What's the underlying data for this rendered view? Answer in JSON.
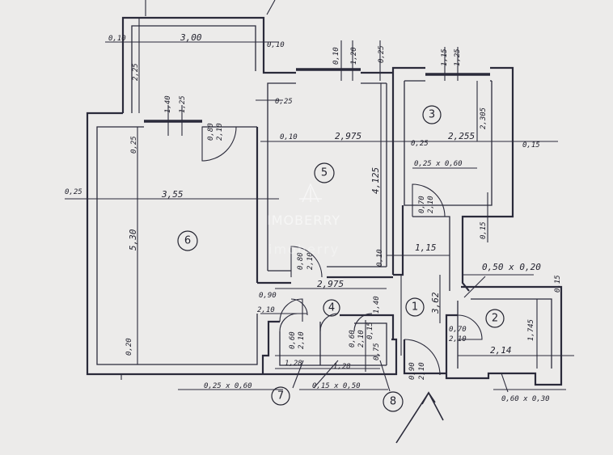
{
  "rooms": [
    {
      "number": "1"
    },
    {
      "number": "2"
    },
    {
      "number": "3"
    },
    {
      "number": "4"
    },
    {
      "number": "5"
    },
    {
      "number": "6"
    },
    {
      "number": "7"
    },
    {
      "number": "8"
    }
  ],
  "dimensions": {
    "d_top_0_10": "0,10",
    "d_top_3_00": "3,00",
    "d_top_0_10b": "0,10",
    "d_top_2_25": "2,25",
    "d_win6_1_40": "1,40",
    "d_win6_1_25": "1,25",
    "d_0_25_left": "0,25",
    "d_door_0_80": "0,80",
    "d_door_2_10": "2,10",
    "d_3_55": "3,55",
    "d_0_25_far": "0,25",
    "d_5_30": "5,30",
    "d_0_20": "0,20",
    "d_win5_0_10": "0,10",
    "d_win5_1_20": "1,20",
    "d_0_25_top5": "0,25",
    "d_0_25_mid": "0,25",
    "d_0_10_5": "0,10",
    "d_2_975_top": "2,975",
    "d_4_125": "4,125",
    "d_win3_1_15": "1,15",
    "d_win3_1_25": "1,25",
    "d_2_305": "2,305",
    "d_0_25_r3": "0,25",
    "d_2_255": "2,255",
    "d_0_15_r": "0,15",
    "d_0_25x0_60": "0,25 x 0,60",
    "d_door3_0_70": "0,70",
    "d_door3_2_10": "2,10",
    "d_0_15_side": "0,15",
    "d_door5_0_80": "0,80",
    "d_door5_2_10": "2,10",
    "d_0_10_b5": "0,10",
    "d_1_15": "1,15",
    "d_0_50x0_20": "0,50 x 0,20",
    "d_0_15_b": "0,15",
    "d_0_90": "0,90",
    "d_2_10_left": "2,10",
    "d_2_975_mid": "2,975",
    "d_1_40": "1,40",
    "d_3_62": "3,62",
    "d_1_745": "1,745",
    "d_door2_0_70": "0,70",
    "d_door2_2_10": "2,10",
    "d_2_14": "2,14",
    "d_door7_0_60": "0,60",
    "d_door7_2_10": "2,10",
    "d_door8_0_60": "0,60",
    "d_door8_2_10": "2,10",
    "d_0_15_v": "0,15",
    "d_0_75": "0,75",
    "d_1_28a": "1,28",
    "d_1_28b": "1,28",
    "d_0_25x0_60_b": "0,25 x 0,60",
    "d_0_15x0_50": "0,15 x 0,50",
    "d_entry_0_90": "0,90",
    "d_entry_2_10": "2,10",
    "d_0_60x0_30": "0,60 x 0,30"
  },
  "watermark": {
    "brand": "IMOBERRY",
    "sub": "imoberry"
  },
  "colors": {
    "paper": "#ecebea",
    "ink": "#2a2a3a"
  }
}
